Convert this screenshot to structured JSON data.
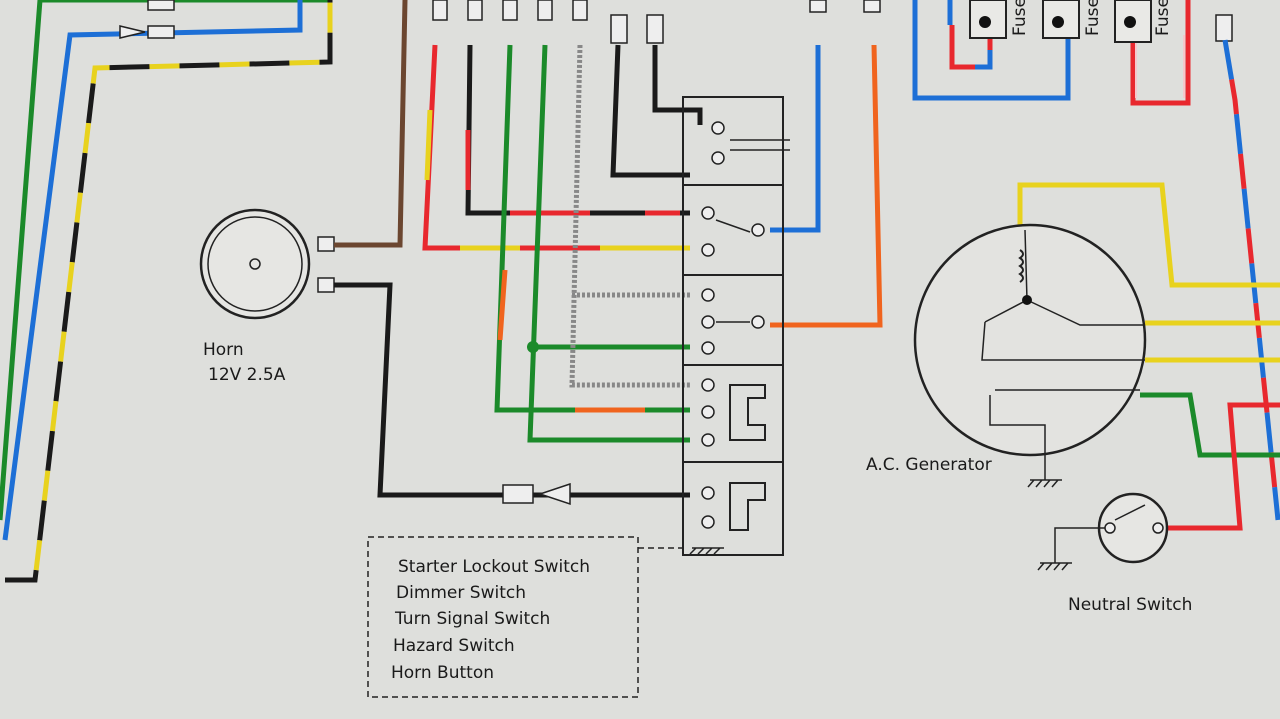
{
  "horn": {
    "label": "Horn",
    "rating": "12V 2.5A"
  },
  "switch_legend": {
    "items": [
      "Starter Lockout Switch",
      "Dimmer Switch",
      "Turn Signal Switch",
      "Hazard Switch",
      "Horn Button"
    ]
  },
  "generator": {
    "label": "A.C. Generator"
  },
  "neutral_switch": {
    "label": "Neutral Switch"
  },
  "fuses": [
    "Fuse",
    "Fuse",
    "Fuse"
  ],
  "colors": {
    "red": "#e8282e",
    "blue": "#1d6fd6",
    "yellow": "#e8d21e",
    "green": "#1b8a2a",
    "orange": "#f0641e",
    "black": "#1a1a1a",
    "brown": "#6b4630",
    "background": "#dedfdc"
  }
}
